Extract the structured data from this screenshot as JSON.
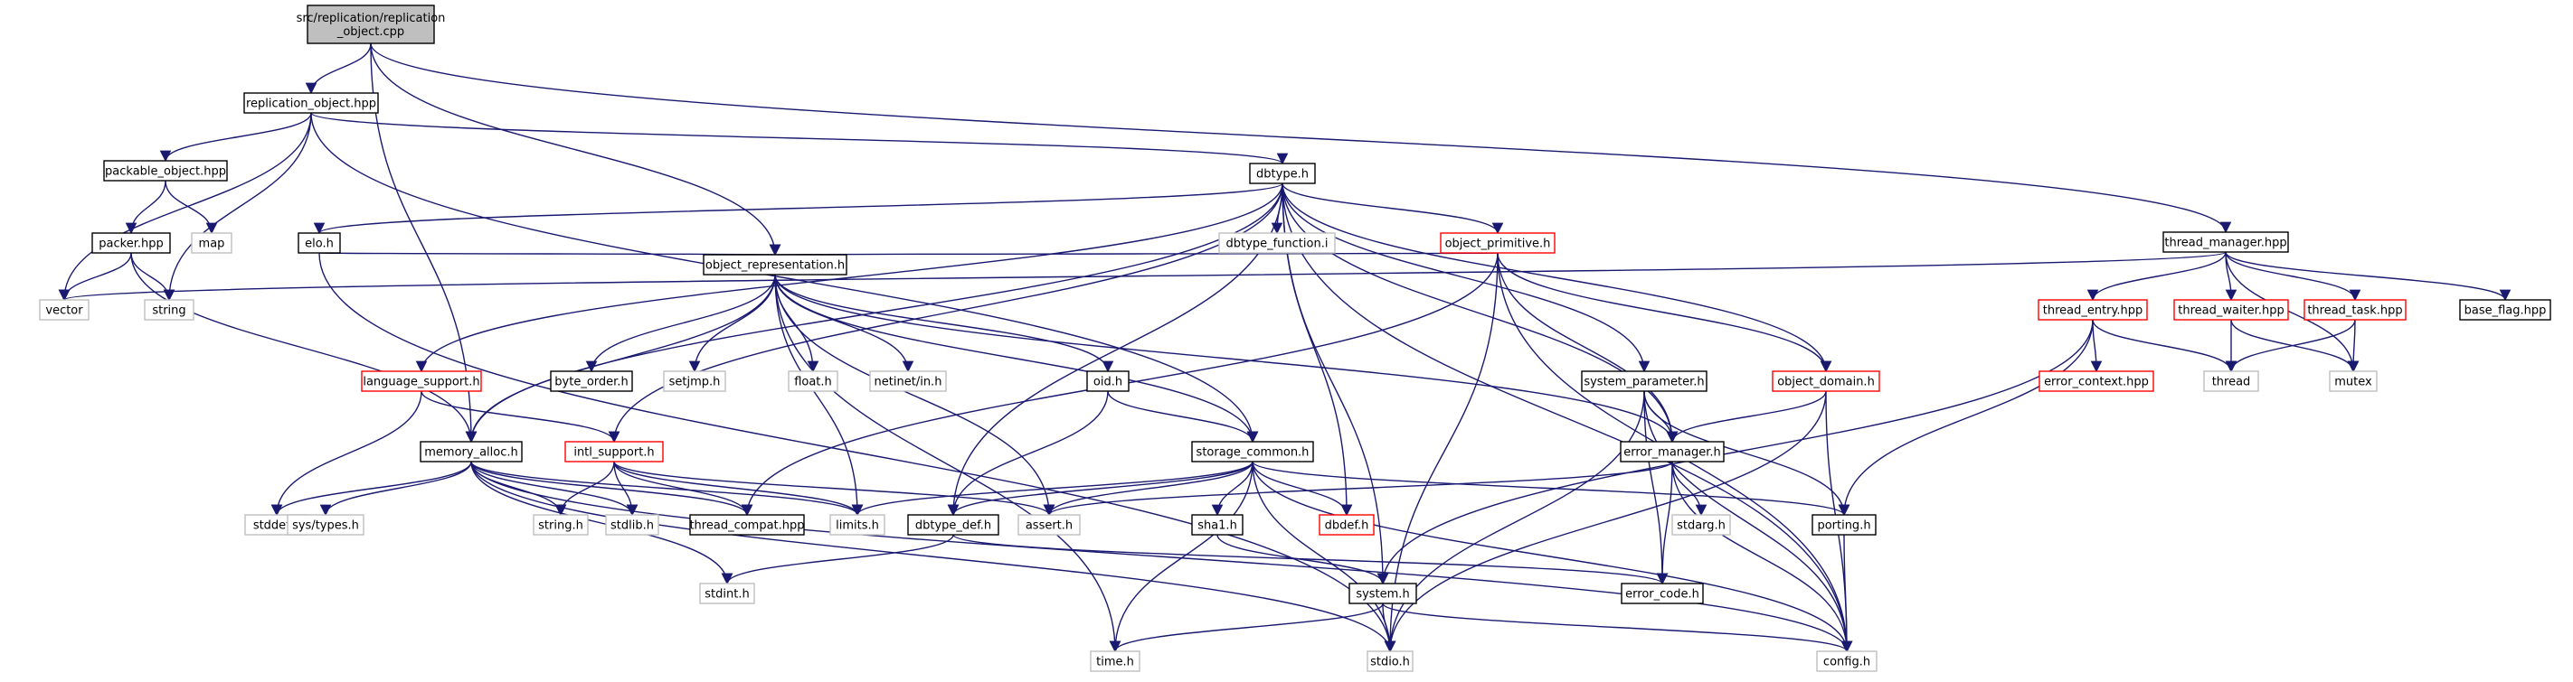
{
  "colors": {
    "edge": "#191970",
    "border_normal": "#000000",
    "border_truncated": "#ff0000",
    "border_external": "#bfbfbf",
    "fill_root": "#bfbfbf",
    "fill_default": "#ffffff"
  },
  "nodes": [
    {
      "id": "root",
      "lines": [
        "src/replication/replication",
        "_object.cpp"
      ],
      "kind": "root"
    },
    {
      "id": "replication_object_hpp",
      "lines": [
        "replication_object.hpp"
      ],
      "kind": "normal"
    },
    {
      "id": "packable_object_hpp",
      "lines": [
        "packable_object.hpp"
      ],
      "kind": "normal"
    },
    {
      "id": "packer_hpp",
      "lines": [
        "packer.hpp"
      ],
      "kind": "normal"
    },
    {
      "id": "vector",
      "lines": [
        "vector"
      ],
      "kind": "external"
    },
    {
      "id": "string",
      "lines": [
        "string"
      ],
      "kind": "external"
    },
    {
      "id": "map",
      "lines": [
        "map"
      ],
      "kind": "external"
    },
    {
      "id": "elo_h",
      "lines": [
        "elo.h"
      ],
      "kind": "normal"
    },
    {
      "id": "dbtype_h",
      "lines": [
        "dbtype.h"
      ],
      "kind": "normal"
    },
    {
      "id": "dbtype_function_i",
      "lines": [
        "dbtype_function.i"
      ],
      "kind": "external"
    },
    {
      "id": "object_primitive_h",
      "lines": [
        "object_primitive.h"
      ],
      "kind": "truncated"
    },
    {
      "id": "object_representation_h",
      "lines": [
        "object_representation.h"
      ],
      "kind": "normal"
    },
    {
      "id": "language_support_h",
      "lines": [
        "language_support.h"
      ],
      "kind": "truncated"
    },
    {
      "id": "byte_order_h",
      "lines": [
        "byte_order.h"
      ],
      "kind": "normal"
    },
    {
      "id": "setjmp_h",
      "lines": [
        "setjmp.h"
      ],
      "kind": "external"
    },
    {
      "id": "float_h",
      "lines": [
        "float.h"
      ],
      "kind": "external"
    },
    {
      "id": "netinet_in_h",
      "lines": [
        "netinet/in.h"
      ],
      "kind": "external"
    },
    {
      "id": "oid_h",
      "lines": [
        "oid.h"
      ],
      "kind": "normal"
    },
    {
      "id": "system_parameter_h",
      "lines": [
        "system_parameter.h"
      ],
      "kind": "normal"
    },
    {
      "id": "object_domain_h",
      "lines": [
        "object_domain.h"
      ],
      "kind": "truncated"
    },
    {
      "id": "thread_manager_hpp",
      "lines": [
        "thread_manager.hpp"
      ],
      "kind": "normal"
    },
    {
      "id": "thread_entry_hpp",
      "lines": [
        "thread_entry.hpp"
      ],
      "kind": "truncated"
    },
    {
      "id": "thread_waiter_hpp",
      "lines": [
        "thread_waiter.hpp"
      ],
      "kind": "truncated"
    },
    {
      "id": "thread_task_hpp",
      "lines": [
        "thread_task.hpp"
      ],
      "kind": "truncated"
    },
    {
      "id": "base_flag_hpp",
      "lines": [
        "base_flag.hpp"
      ],
      "kind": "normal"
    },
    {
      "id": "error_context_hpp",
      "lines": [
        "error_context.hpp"
      ],
      "kind": "truncated"
    },
    {
      "id": "thread",
      "lines": [
        "thread"
      ],
      "kind": "external"
    },
    {
      "id": "mutex",
      "lines": [
        "mutex"
      ],
      "kind": "external"
    },
    {
      "id": "memory_alloc_h",
      "lines": [
        "memory_alloc.h"
      ],
      "kind": "normal"
    },
    {
      "id": "intl_support_h",
      "lines": [
        "intl_support.h"
      ],
      "kind": "truncated"
    },
    {
      "id": "storage_common_h",
      "lines": [
        "storage_common.h"
      ],
      "kind": "normal"
    },
    {
      "id": "error_manager_h",
      "lines": [
        "error_manager.h"
      ],
      "kind": "normal"
    },
    {
      "id": "stddef_h",
      "lines": [
        "stddef.h"
      ],
      "kind": "external"
    },
    {
      "id": "sys_types_h",
      "lines": [
        "sys/types.h"
      ],
      "kind": "external"
    },
    {
      "id": "string_h",
      "lines": [
        "string.h"
      ],
      "kind": "external"
    },
    {
      "id": "stdlib_h",
      "lines": [
        "stdlib.h"
      ],
      "kind": "external"
    },
    {
      "id": "thread_compat_hpp",
      "lines": [
        "thread_compat.hpp"
      ],
      "kind": "normal"
    },
    {
      "id": "limits_h",
      "lines": [
        "limits.h"
      ],
      "kind": "external"
    },
    {
      "id": "dbtype_def_h",
      "lines": [
        "dbtype_def.h"
      ],
      "kind": "normal"
    },
    {
      "id": "assert_h",
      "lines": [
        "assert.h"
      ],
      "kind": "external"
    },
    {
      "id": "sha1_h",
      "lines": [
        "sha1.h"
      ],
      "kind": "normal"
    },
    {
      "id": "dbdef_h",
      "lines": [
        "dbdef.h"
      ],
      "kind": "truncated"
    },
    {
      "id": "stdarg_h",
      "lines": [
        "stdarg.h"
      ],
      "kind": "external"
    },
    {
      "id": "porting_h",
      "lines": [
        "porting.h"
      ],
      "kind": "normal"
    },
    {
      "id": "stdint_h",
      "lines": [
        "stdint.h"
      ],
      "kind": "external"
    },
    {
      "id": "system_h",
      "lines": [
        "system.h"
      ],
      "kind": "normal"
    },
    {
      "id": "error_code_h",
      "lines": [
        "error_code.h"
      ],
      "kind": "normal"
    },
    {
      "id": "time_h",
      "lines": [
        "time.h"
      ],
      "kind": "external"
    },
    {
      "id": "stdio_h",
      "lines": [
        "stdio.h"
      ],
      "kind": "external"
    },
    {
      "id": "config_h",
      "lines": [
        "config.h"
      ],
      "kind": "external"
    }
  ],
  "edges": [
    [
      "root",
      "replication_object_hpp"
    ],
    [
      "root",
      "memory_alloc_h"
    ],
    [
      "root",
      "object_representation_h"
    ],
    [
      "root",
      "thread_manager_hpp"
    ],
    [
      "replication_object_hpp",
      "packable_object_hpp"
    ],
    [
      "replication_object_hpp",
      "vector"
    ],
    [
      "replication_object_hpp",
      "string"
    ],
    [
      "replication_object_hpp",
      "dbtype_h"
    ],
    [
      "replication_object_hpp",
      "storage_common_h"
    ],
    [
      "packable_object_hpp",
      "packer_hpp"
    ],
    [
      "packable_object_hpp",
      "map"
    ],
    [
      "packer_hpp",
      "vector"
    ],
    [
      "packer_hpp",
      "string"
    ],
    [
      "packer_hpp",
      "memory_alloc_h"
    ],
    [
      "dbtype_h",
      "elo_h"
    ],
    [
      "dbtype_h",
      "dbtype_function_i"
    ],
    [
      "dbtype_h",
      "object_primitive_h"
    ],
    [
      "dbtype_h",
      "language_support_h"
    ],
    [
      "dbtype_h",
      "memory_alloc_h"
    ],
    [
      "dbtype_h",
      "intl_support_h"
    ],
    [
      "dbtype_h",
      "system_parameter_h"
    ],
    [
      "dbtype_h",
      "object_domain_h"
    ],
    [
      "dbtype_h",
      "error_manager_h"
    ],
    [
      "dbtype_h",
      "dbtype_def_h"
    ],
    [
      "dbtype_h",
      "dbdef_h"
    ],
    [
      "dbtype_h",
      "system_h"
    ],
    [
      "dbtype_h",
      "config_h"
    ],
    [
      "elo_h",
      "object_representation_h"
    ],
    [
      "elo_h",
      "stdio_h"
    ],
    [
      "object_primitive_h",
      "object_representation_h"
    ],
    [
      "object_primitive_h",
      "object_domain_h"
    ],
    [
      "object_primitive_h",
      "error_manager_h"
    ],
    [
      "object_primitive_h",
      "thread_compat_hpp"
    ],
    [
      "object_primitive_h",
      "stdio_h"
    ],
    [
      "object_primitive_h",
      "config_h"
    ],
    [
      "object_representation_h",
      "byte_order_h"
    ],
    [
      "object_representation_h",
      "setjmp_h"
    ],
    [
      "object_representation_h",
      "float_h"
    ],
    [
      "object_representation_h",
      "netinet_in_h"
    ],
    [
      "object_representation_h",
      "oid_h"
    ],
    [
      "object_representation_h",
      "memory_alloc_h"
    ],
    [
      "object_representation_h",
      "storage_common_h"
    ],
    [
      "object_representation_h",
      "error_manager_h"
    ],
    [
      "object_representation_h",
      "limits_h"
    ],
    [
      "object_representation_h",
      "assert_h"
    ],
    [
      "object_representation_h",
      "time_h"
    ],
    [
      "language_support_h",
      "intl_support_h"
    ],
    [
      "language_support_h",
      "stddef_h"
    ],
    [
      "oid_h",
      "storage_common_h"
    ],
    [
      "oid_h",
      "dbtype_def_h"
    ],
    [
      "system_parameter_h",
      "error_manager_h"
    ],
    [
      "system_parameter_h",
      "porting_h"
    ],
    [
      "system_parameter_h",
      "error_code_h"
    ],
    [
      "system_parameter_h",
      "stdio_h"
    ],
    [
      "system_parameter_h",
      "config_h"
    ],
    [
      "object_domain_h",
      "error_manager_h"
    ],
    [
      "object_domain_h",
      "stdio_h"
    ],
    [
      "object_domain_h",
      "config_h"
    ],
    [
      "thread_manager_hpp",
      "thread_entry_hpp"
    ],
    [
      "thread_manager_hpp",
      "thread_waiter_hpp"
    ],
    [
      "thread_manager_hpp",
      "thread_task_hpp"
    ],
    [
      "thread_manager_hpp",
      "base_flag_hpp"
    ],
    [
      "thread_manager_hpp",
      "mutex"
    ],
    [
      "thread_manager_hpp",
      "vector"
    ],
    [
      "thread_entry_hpp",
      "error_context_hpp"
    ],
    [
      "thread_entry_hpp",
      "thread"
    ],
    [
      "thread_entry_hpp",
      "porting_h"
    ],
    [
      "thread_entry_hpp",
      "system_h"
    ],
    [
      "thread_waiter_hpp",
      "thread"
    ],
    [
      "thread_waiter_hpp",
      "mutex"
    ],
    [
      "thread_task_hpp",
      "thread"
    ],
    [
      "thread_task_hpp",
      "mutex"
    ],
    [
      "memory_alloc_h",
      "stddef_h"
    ],
    [
      "memory_alloc_h",
      "sys_types_h"
    ],
    [
      "memory_alloc_h",
      "string_h"
    ],
    [
      "memory_alloc_h",
      "stdlib_h"
    ],
    [
      "memory_alloc_h",
      "thread_compat_hpp"
    ],
    [
      "memory_alloc_h",
      "limits_h"
    ],
    [
      "memory_alloc_h",
      "stdint_h"
    ],
    [
      "memory_alloc_h",
      "stdio_h"
    ],
    [
      "memory_alloc_h",
      "config_h"
    ],
    [
      "intl_support_h",
      "string_h"
    ],
    [
      "intl_support_h",
      "stdlib_h"
    ],
    [
      "intl_support_h",
      "limits_h"
    ],
    [
      "intl_support_h",
      "assert_h"
    ],
    [
      "intl_support_h",
      "thread_compat_hpp"
    ],
    [
      "storage_common_h",
      "limits_h"
    ],
    [
      "storage_common_h",
      "dbtype_def_h"
    ],
    [
      "storage_common_h",
      "assert_h"
    ],
    [
      "storage_common_h",
      "sha1_h"
    ],
    [
      "storage_common_h",
      "dbdef_h"
    ],
    [
      "storage_common_h",
      "porting_h"
    ],
    [
      "storage_common_h",
      "time_h"
    ],
    [
      "storage_common_h",
      "stdio_h"
    ],
    [
      "storage_common_h",
      "config_h"
    ],
    [
      "error_manager_h",
      "stdarg_h"
    ],
    [
      "error_manager_h",
      "error_code_h"
    ],
    [
      "error_manager_h",
      "assert_h"
    ],
    [
      "error_manager_h",
      "config_h"
    ],
    [
      "dbtype_def_h",
      "stdint_h"
    ],
    [
      "dbtype_def_h",
      "error_code_h"
    ],
    [
      "sha1_h",
      "system_h"
    ],
    [
      "porting_h",
      "config_h"
    ],
    [
      "system_h",
      "time_h"
    ],
    [
      "system_h",
      "stdio_h"
    ],
    [
      "system_h",
      "config_h"
    ]
  ]
}
